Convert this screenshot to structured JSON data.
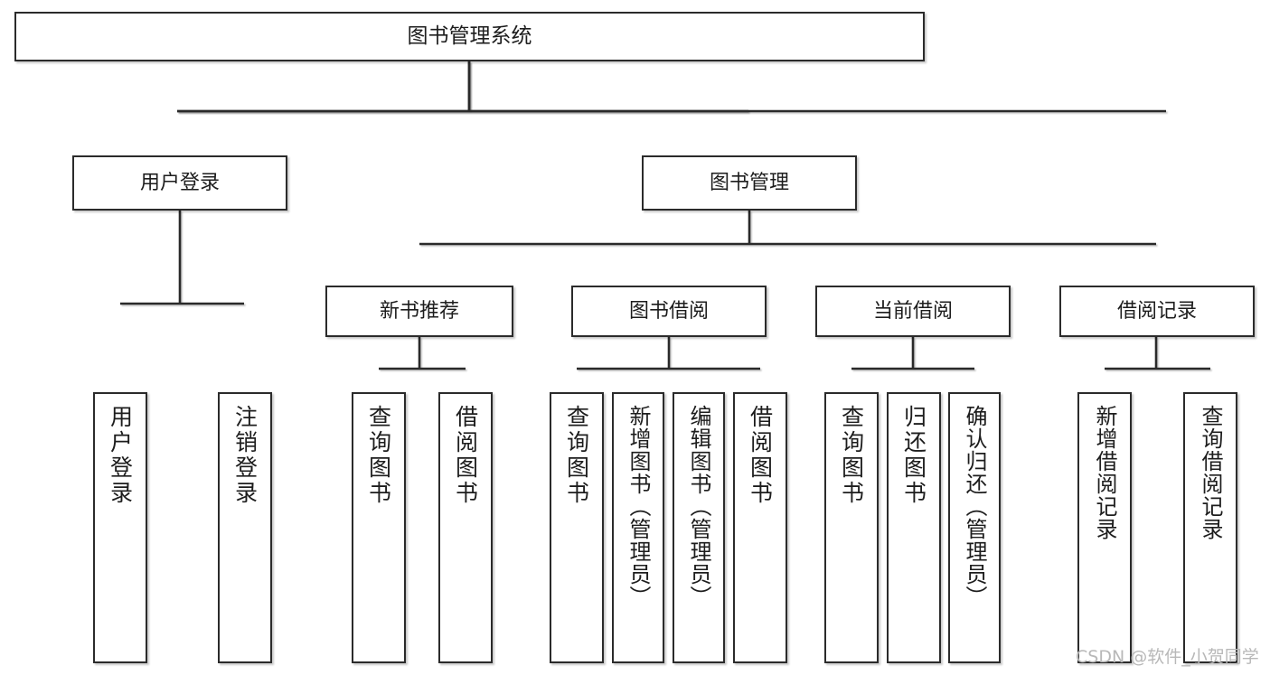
{
  "diagram": {
    "type": "tree",
    "title": "图书管理系统",
    "orientation": "top-down",
    "line_color": "#2b2b2b",
    "box_fill": "#ffffff",
    "box_border": "#2b2b2b",
    "watermark": "CSDN @软件_小贺同学"
  },
  "nodes": {
    "root": {
      "label": "图书管理系统"
    },
    "level2": [
      {
        "id": "user-login",
        "label": "用户登录"
      },
      {
        "id": "book-manage",
        "label": "图书管理"
      }
    ],
    "level3": [
      {
        "id": "new-book-rec",
        "label": "新书推荐"
      },
      {
        "id": "book-borrow",
        "label": "图书借阅"
      },
      {
        "id": "current-borrow",
        "label": "当前借阅"
      },
      {
        "id": "borrow-record",
        "label": "借阅记录"
      }
    ],
    "leaves": {
      "user-login": [
        {
          "id": "leaf-user-login",
          "label": "用户登录"
        },
        {
          "id": "leaf-logout",
          "label": "注销登录"
        }
      ],
      "new-book-rec": [
        {
          "id": "leaf-query-book-1",
          "label": "查询图书"
        },
        {
          "id": "leaf-borrow-book-1",
          "label": "借阅图书"
        }
      ],
      "book-borrow": [
        {
          "id": "leaf-query-book-2",
          "label": "查询图书"
        },
        {
          "id": "leaf-add-book",
          "label": "新增图书（管理员）"
        },
        {
          "id": "leaf-edit-book",
          "label": "编辑图书（管理员）"
        },
        {
          "id": "leaf-borrow-book-2",
          "label": "借阅图书"
        }
      ],
      "current-borrow": [
        {
          "id": "leaf-query-book-3",
          "label": "查询图书"
        },
        {
          "id": "leaf-return-book",
          "label": "归还图书"
        },
        {
          "id": "leaf-confirm-return",
          "label": "确认归还（管理员）"
        }
      ],
      "borrow-record": [
        {
          "id": "leaf-add-record",
          "label": "新增借阅记录"
        },
        {
          "id": "leaf-query-record",
          "label": "查询借阅记录"
        }
      ]
    }
  }
}
